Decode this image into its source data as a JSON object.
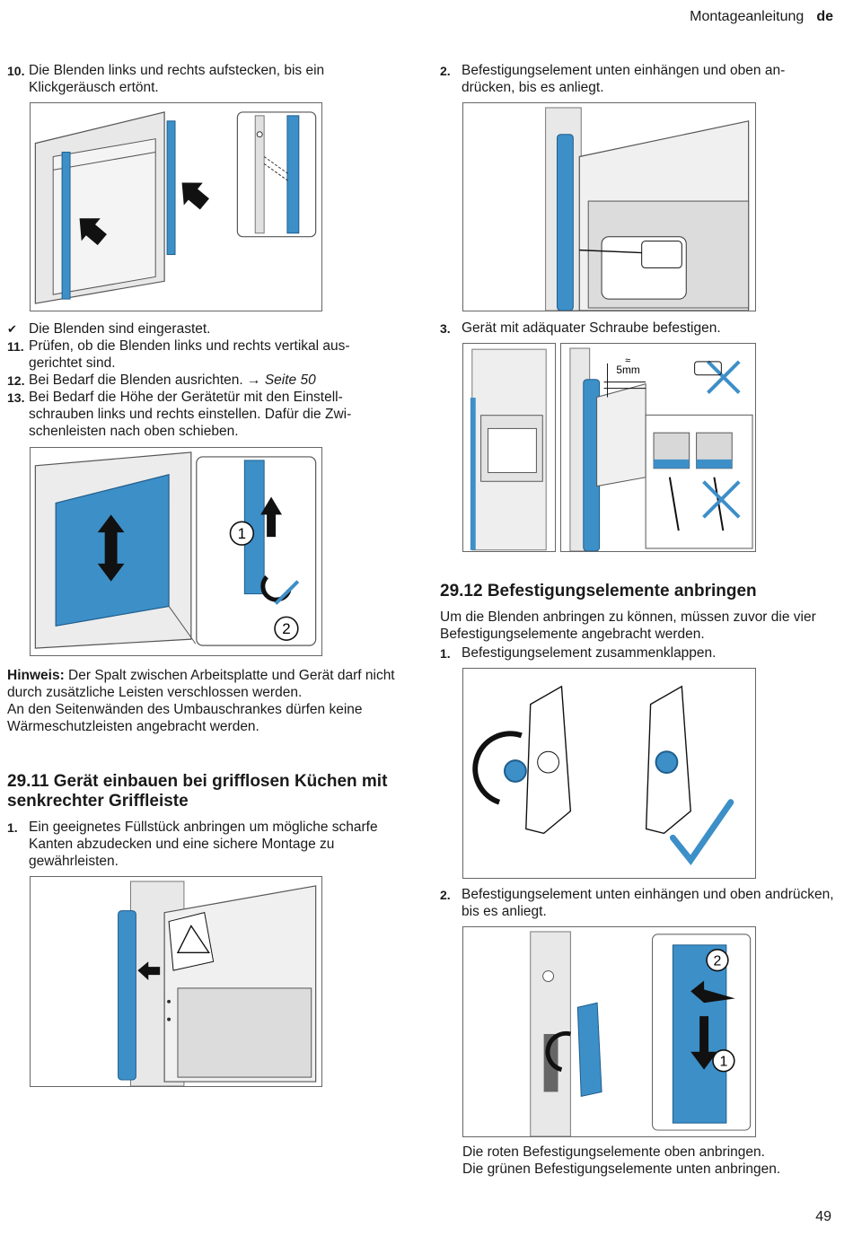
{
  "header": {
    "title": "Montageanleitung",
    "lang": "de"
  },
  "left": {
    "step10": {
      "num": "10.",
      "text": "Die Blenden links und rechts aufstecken, bis ein Klickgeräusch ertönt."
    },
    "result_check": "✔",
    "result": "Die Blenden sind eingerastet.",
    "step11": {
      "num": "11.",
      "text": "Prüfen, ob die Blenden links und rechts vertikal aus­gerichtet sind."
    },
    "step12": {
      "num": "12.",
      "text": "Bei Bedarf die Blenden ausrichten. ",
      "ref_arrow": "→",
      "ref": "Seite 50"
    },
    "step13": {
      "num": "13.",
      "text": "Bei Bedarf die Höhe der Gerätetür mit den Einstell­schrauben links und rechts einstellen. Dafür die Zwi­schenleisten nach oben schieben."
    },
    "fig2_callout1": "1",
    "fig2_callout2": "2",
    "note_label": "Hinweis:",
    "note_text1": " Der Spalt zwischen Arbeitsplatte und Gerät darf nicht durch zusätzliche Leisten verschlossen wer­den.",
    "note_text2": "An den Seitenwänden des Umbauschrankes dürfen keine Wärmeschutzleisten angebracht werden.",
    "section_2911": "29.11 Gerät einbauen bei grifflosen Küchen mit senkrechter Griffleiste",
    "step1": {
      "num": "1.",
      "text": "Ein geeignetes Füllstück anbringen um mögliche scharfe Kanten abzudecken und eine sichere Mon­tage zu gewährleisten."
    }
  },
  "right": {
    "step2": {
      "num": "2.",
      "text": "Befestigungselement unten einhängen und oben an­drücken, bis es anliegt."
    },
    "step3": {
      "num": "3.",
      "text": "Gerät mit adäquater Schraube befestigen."
    },
    "fig_5mm_approx": "≈",
    "fig_5mm": "5mm",
    "section_2912": "29.12 Befestigungselemente anbringen",
    "intro": "Um die Blenden anbringen zu können, müssen zuvor die vier Befestigungselemente angebracht werden.",
    "step1": {
      "num": "1.",
      "text": "Befestigungselement zusammenklappen."
    },
    "fig_callout2": "2",
    "fig_callout1": "1",
    "closing1": "Die roten Befestigungselemente oben anbringen.",
    "closing2": "Die grünen Befestigungselemente unten anbringen."
  },
  "page_number": "49",
  "colors": {
    "accent_blue": "#3d8fc8",
    "dark_blue": "#1e5d8c",
    "light_grey": "#e6e6e6",
    "mid_grey": "#cfcfcf"
  }
}
